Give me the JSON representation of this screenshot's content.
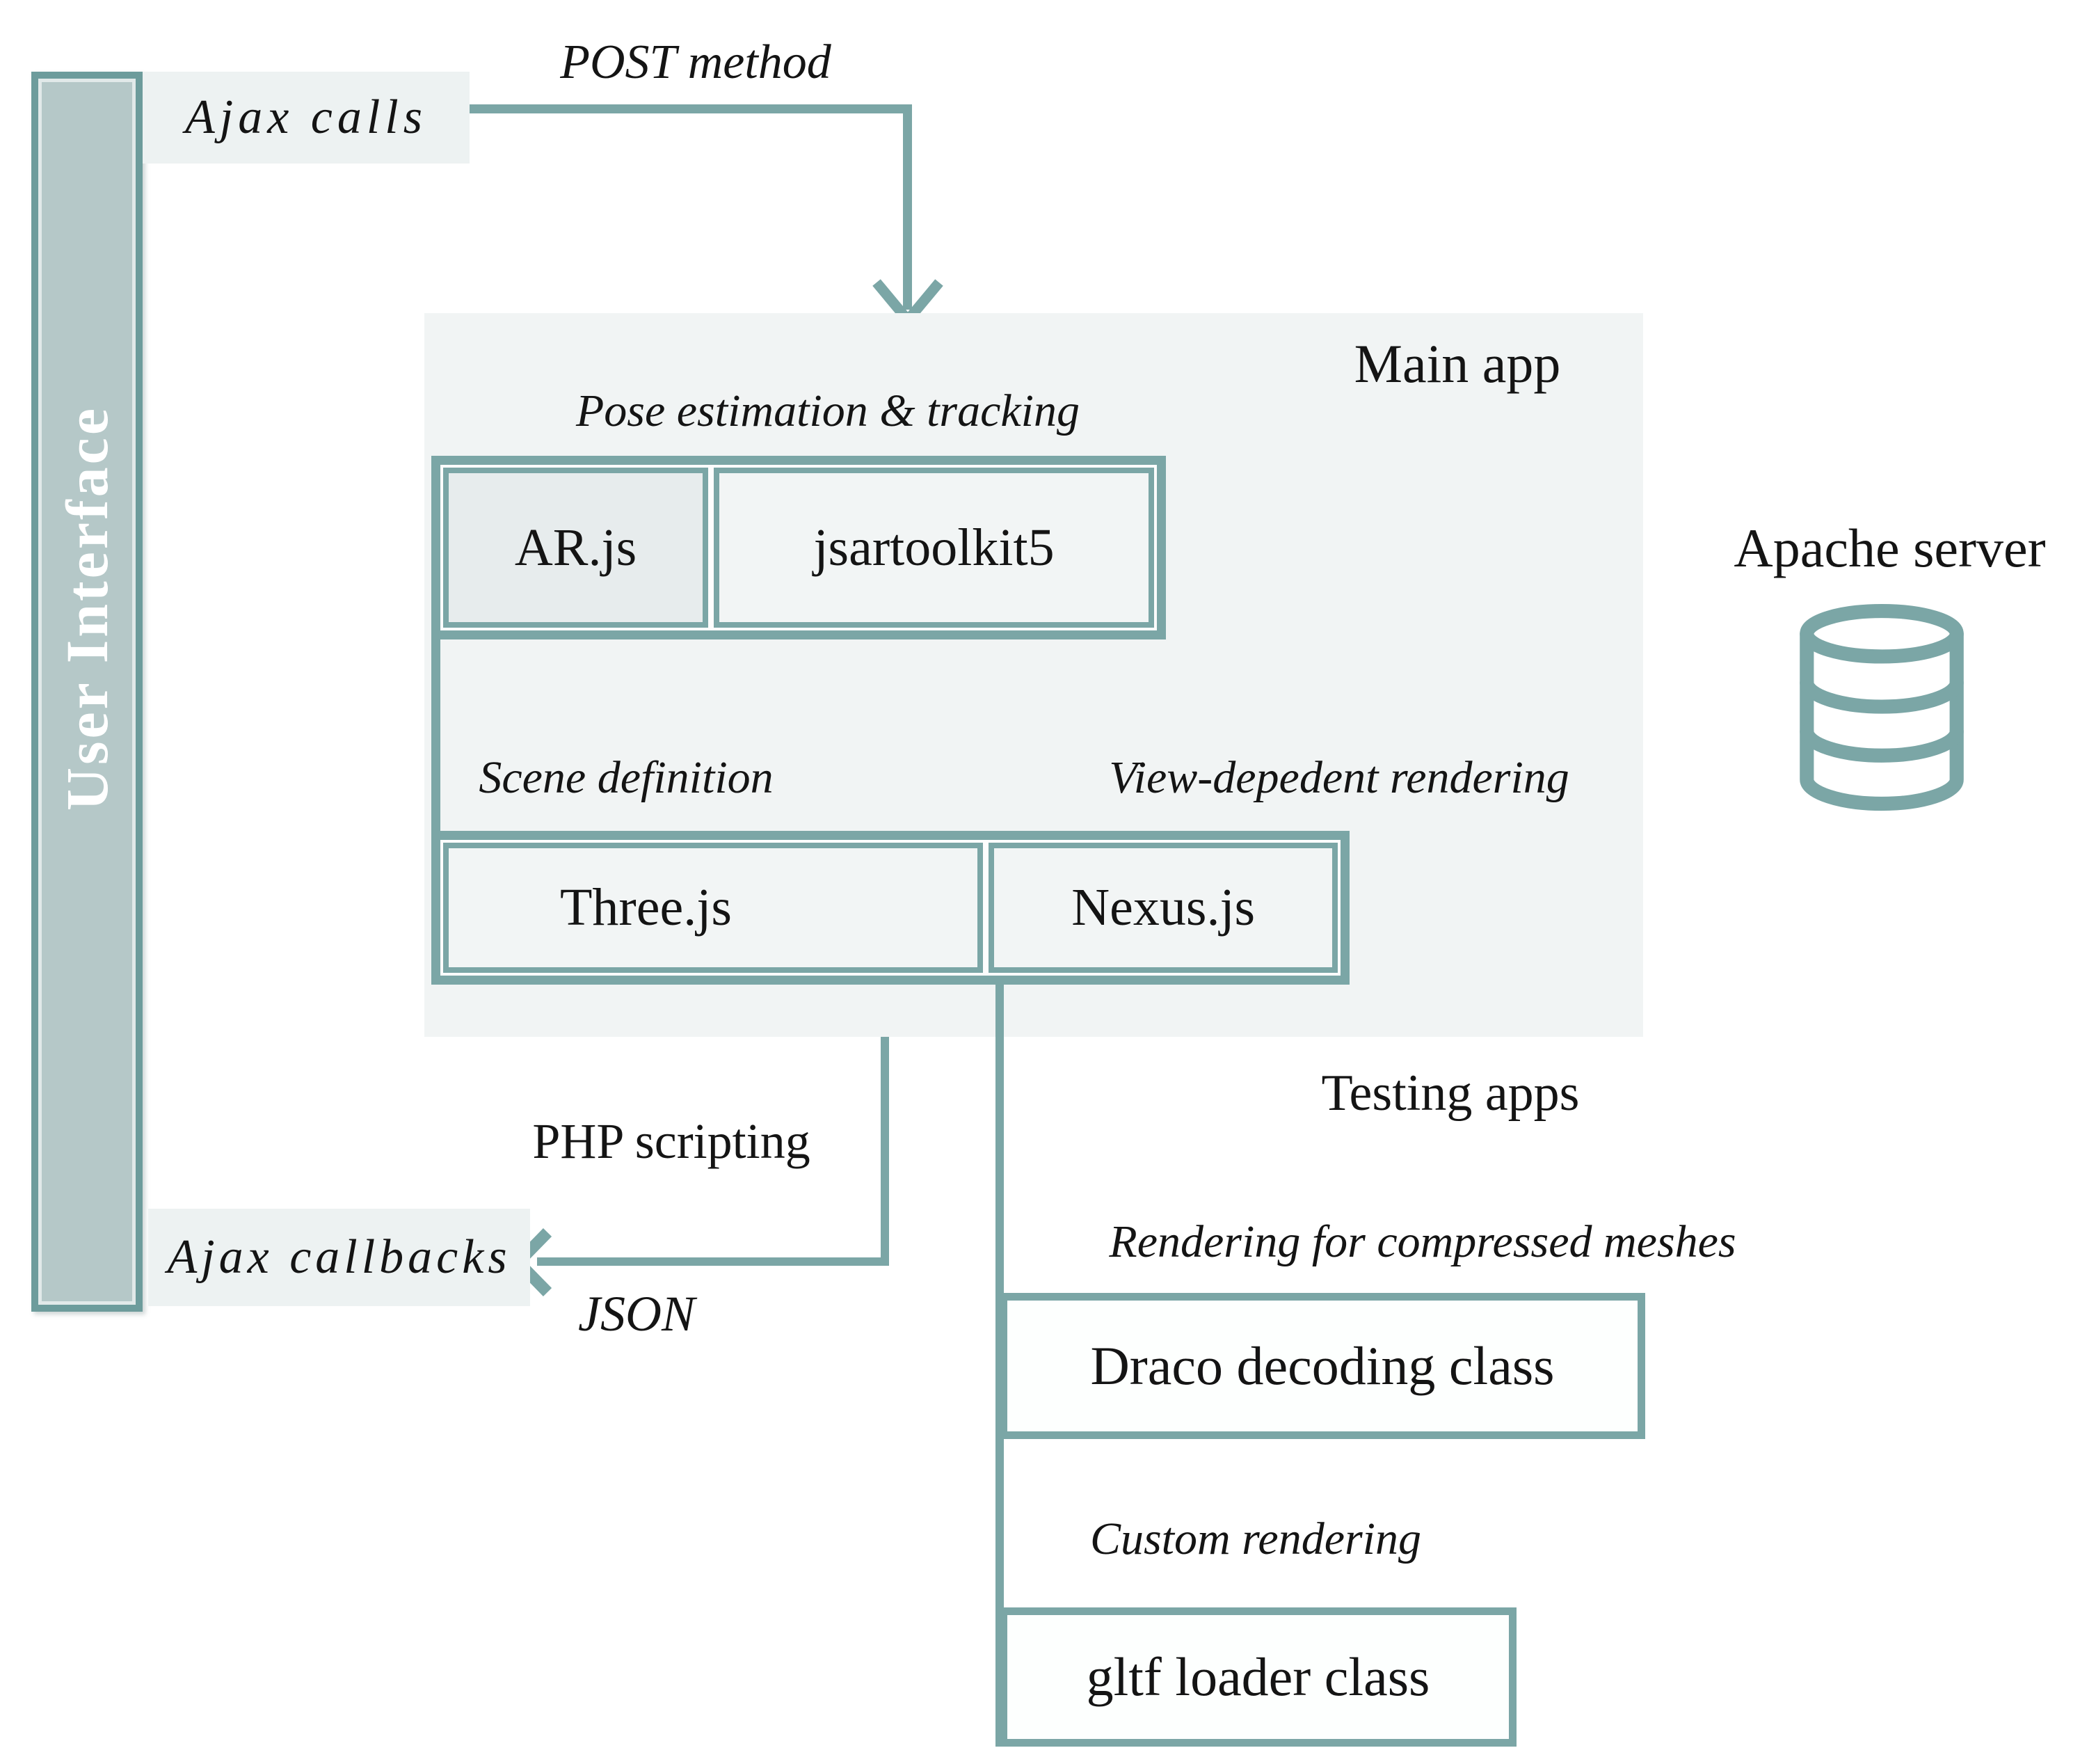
{
  "colors": {
    "accent": "#7ba6a6",
    "accent_dark": "#6d9c9c",
    "ui_bar_fill": "#b5c8c8",
    "panel_bg": "#f1f4f4",
    "label_bg": "#edf2f2",
    "cell_dark": "#e7eced",
    "cell_light": "#f2f5f5",
    "box_fill": "#fdfffe",
    "text": "#141414"
  },
  "user_interface": {
    "label": "User Interface"
  },
  "flows": {
    "ajax_calls": "Ajax calls",
    "post_method": "POST method",
    "php_scripting": "PHP scripting",
    "json": "JSON",
    "ajax_callbacks": "Ajax callbacks"
  },
  "main_app": {
    "title": "Main app",
    "pose_group": {
      "label": "Pose estimation & tracking",
      "items": [
        "AR.js",
        "jsartoolkit5"
      ]
    },
    "scene_group": {
      "label": "Scene definition",
      "item": "Three.js"
    },
    "view_group": {
      "label": "View-depedent rendering",
      "item": "Nexus.js"
    }
  },
  "server": {
    "label": "Apache server",
    "icon": "database-icon"
  },
  "testing_apps": {
    "title": "Testing apps",
    "groups": [
      {
        "label": "Rendering for compressed meshes",
        "item": "Draco decoding class"
      },
      {
        "label": "Custom rendering",
        "item": "gltf loader class"
      }
    ]
  },
  "icons": {
    "post_arrow": "arrow-down-icon",
    "json_arrow": "arrow-left-icon",
    "server": "database-icon"
  }
}
